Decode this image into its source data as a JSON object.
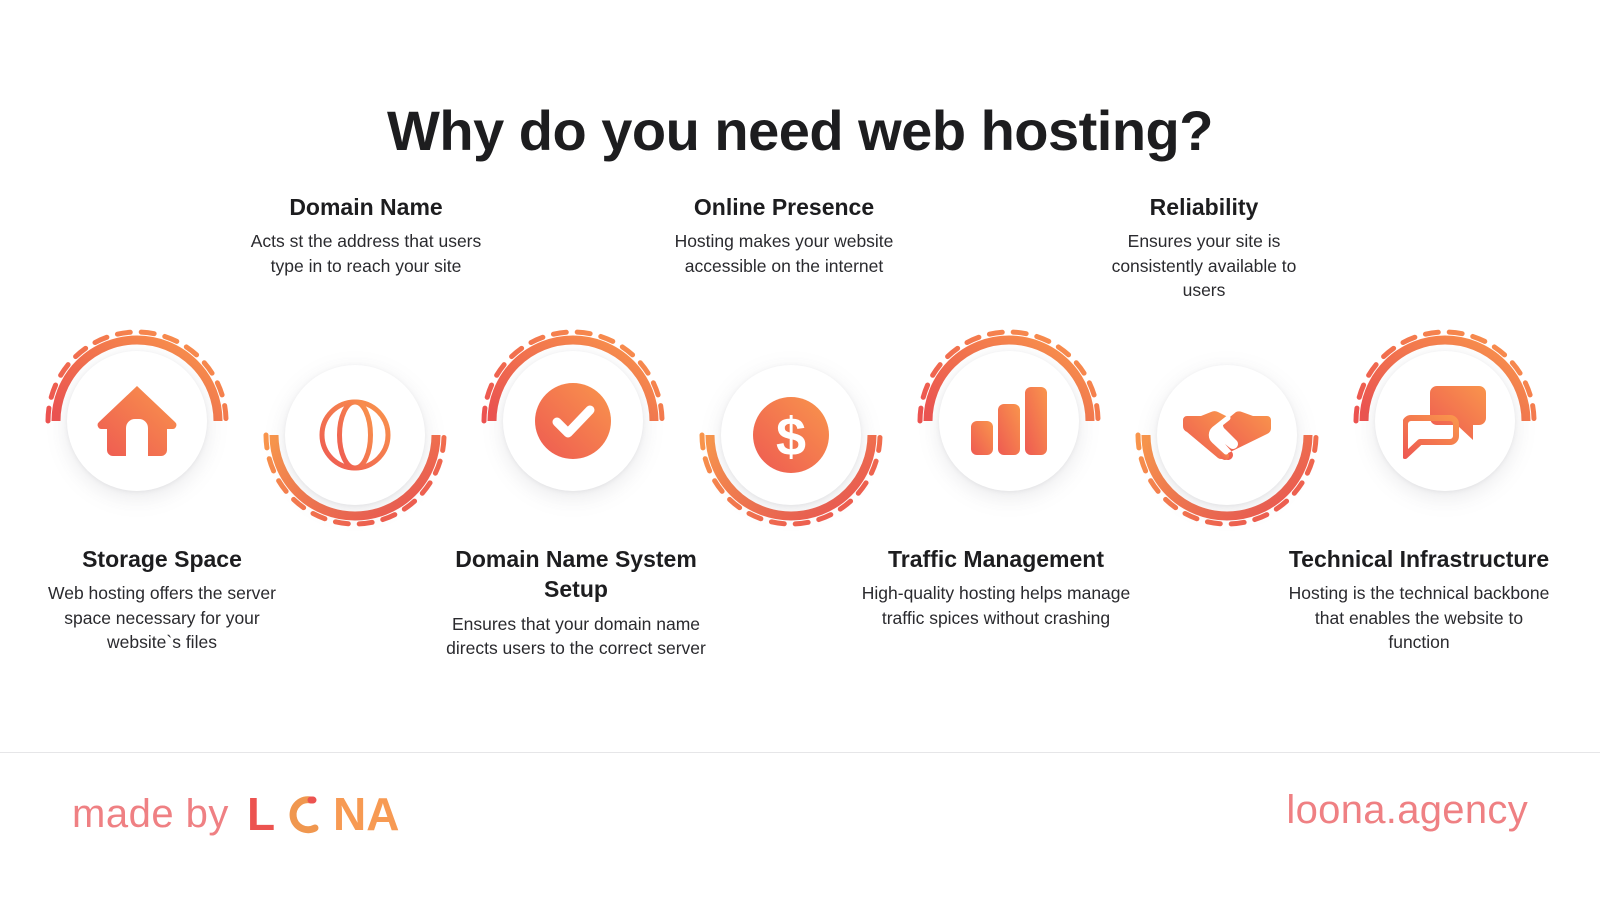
{
  "page": {
    "title": "Why do you need web hosting?",
    "background": "#ffffff"
  },
  "colors": {
    "gradient_start": "#ee5a52",
    "gradient_end": "#f8904e",
    "title_text": "#1d1d1f",
    "body_text": "#2a2a2e",
    "brand_pink": "#ef8083",
    "divider": "#e6e6e8",
    "disc": "#ffffff"
  },
  "steps": [
    {
      "index": 1,
      "icon": "house-icon",
      "icon_style": "filled",
      "arc_position": "top",
      "caption_position": "below",
      "title": "Storage Space",
      "description": "Web hosting offers the server space necessary for your website`s files"
    },
    {
      "index": 2,
      "icon": "globe-icon",
      "icon_style": "outline",
      "arc_position": "bottom",
      "caption_position": "above",
      "title": "Domain Name",
      "description": "Acts st the address that users type in to reach your site"
    },
    {
      "index": 3,
      "icon": "check-circle-icon",
      "icon_style": "filled",
      "arc_position": "top",
      "caption_position": "below",
      "title": "Domain Name System Setup",
      "description": "Ensures that your domain name directs users to the correct server"
    },
    {
      "index": 4,
      "icon": "dollar-circle-icon",
      "icon_style": "filled",
      "arc_position": "bottom",
      "caption_position": "above",
      "title": "Online Presence",
      "description": "Hosting makes your website accessible on the internet"
    },
    {
      "index": 5,
      "icon": "bar-chart-icon",
      "icon_style": "filled",
      "arc_position": "top",
      "caption_position": "below",
      "title": "Traffic Management",
      "description": "High-quality hosting helps manage traffic spices without crashing"
    },
    {
      "index": 6,
      "icon": "handshake-icon",
      "icon_style": "filled",
      "arc_position": "bottom",
      "caption_position": "above",
      "title": "Reliability",
      "description": "Ensures your site is consistently available to users"
    },
    {
      "index": 7,
      "icon": "chat-bubbles-icon",
      "icon_style": "mixed",
      "arc_position": "top",
      "caption_position": "below",
      "title": "Technical Infrastructure",
      "description": "Hosting is the technical backbone that enables the website to function"
    }
  ],
  "footer": {
    "made_by_label": "made by",
    "brand_logo_text": "LOONA",
    "brand_logo_parts": {
      "lead": "L",
      "tail": "NA"
    },
    "website": "loona.agency"
  }
}
